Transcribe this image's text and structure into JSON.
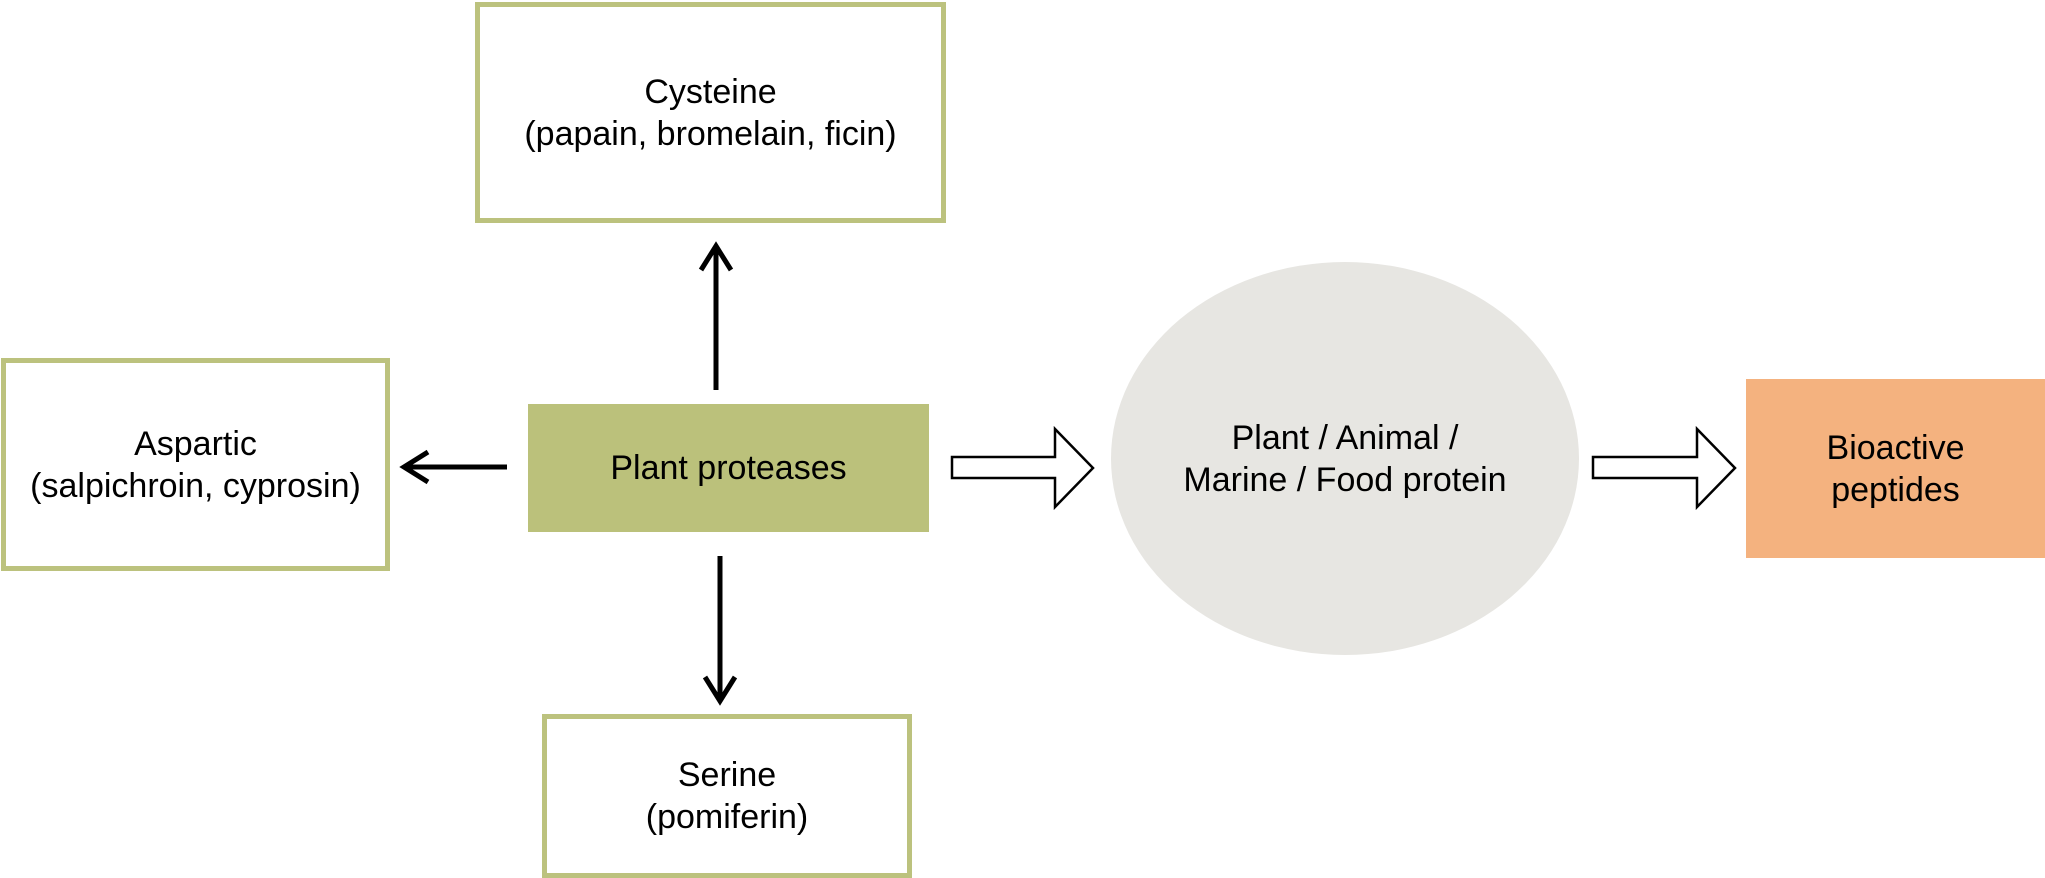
{
  "diagram": {
    "center": {
      "label": "Plant proteases"
    },
    "categories": [
      {
        "id": "cysteine",
        "title": "Cysteine",
        "examples": "(papain, bromelain, ficin)"
      },
      {
        "id": "aspartic",
        "title": "Aspartic",
        "examples": "(salpichroin, cyprosin)"
      },
      {
        "id": "serine",
        "title": "Serine",
        "examples": "(pomiferin)"
      }
    ],
    "substrate": {
      "line1": "Plant / Animal /",
      "line2": "Marine / Food protein"
    },
    "product": {
      "line1": "Bioactive",
      "line2": "peptides"
    },
    "colors": {
      "protease_fill": "#bbc17b",
      "category_border": "#bcc27e",
      "substrate_fill": "#e7e6e2",
      "product_fill": "#f4b27f"
    }
  }
}
